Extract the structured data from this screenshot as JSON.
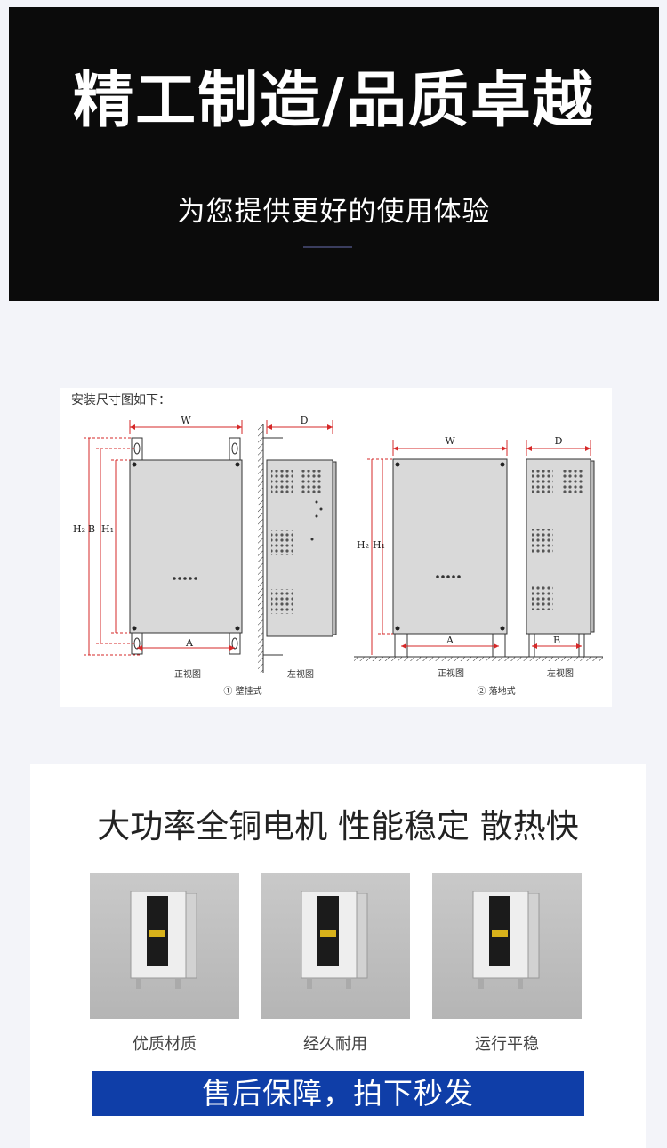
{
  "hero": {
    "title": "精工制造/品质卓越",
    "subtitle": "为您提供更好的使用体验"
  },
  "diagram": {
    "heading": "安装尺寸图如下：",
    "wall": {
      "label_w": "W",
      "label_d": "D",
      "label_h2": "H₂",
      "label_b": "B",
      "label_h1": "H₁",
      "label_a": "A",
      "front_caption": "正视图",
      "side_caption": "左视图",
      "mode_caption": "① 壁挂式"
    },
    "floor": {
      "label_w": "W",
      "label_d": "D",
      "label_h2": "H₂",
      "label_h1": "H₁",
      "label_a": "A",
      "label_b": "B",
      "front_caption": "正视图",
      "side_caption": "左视图",
      "mode_caption": "② 落地式"
    }
  },
  "features": {
    "title": "大功率全铜电机 性能稳定 散热快",
    "cards": [
      {
        "caption": "优质材质"
      },
      {
        "caption": "经久耐用"
      },
      {
        "caption": "运行平稳"
      }
    ],
    "banner": "售后保障，拍下秒发"
  },
  "colors": {
    "hero_bg": "#0b0b0b",
    "dimension_red": "#d62828",
    "banner_blue": "#0f3ea8"
  }
}
